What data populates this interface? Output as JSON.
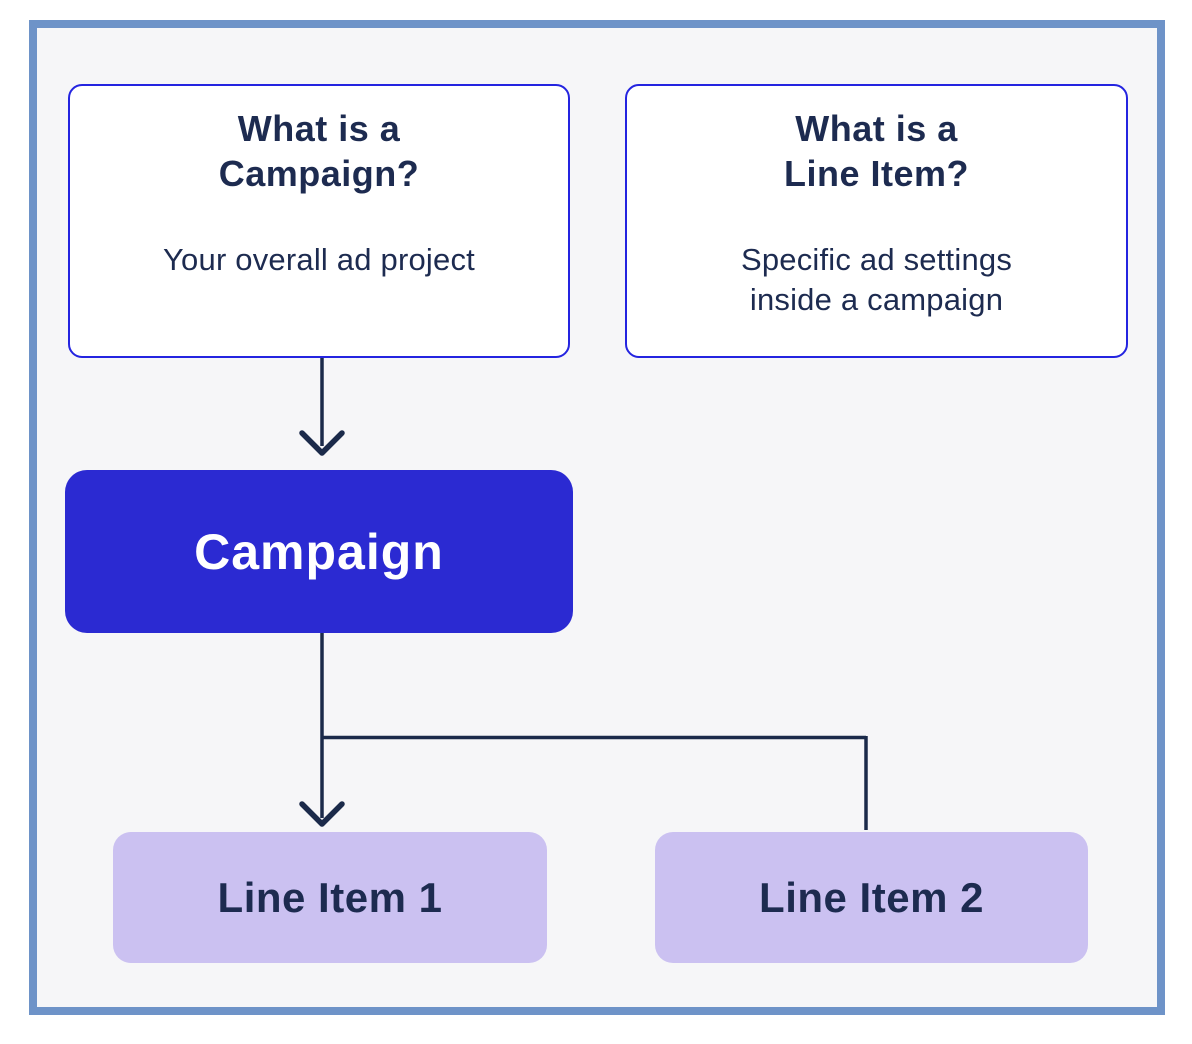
{
  "colors": {
    "frame_border": "#6e93c8",
    "canvas_background": "#f6f6f8",
    "card_border": "#2424e0",
    "card_background": "#ffffff",
    "campaign_fill": "#2b2ad2",
    "line_item_fill": "#cbc1f1",
    "text_navy": "#1d2b50",
    "connector": "#1b2a4a"
  },
  "cards": [
    {
      "title": "What is a\nCampaign?",
      "description": "Your overall ad project"
    },
    {
      "title": "What is a\nLine Item?",
      "description": "Specific ad settings\ninside a campaign"
    }
  ],
  "nodes": {
    "campaign": {
      "label": "Campaign"
    },
    "line_item_1": {
      "label": "Line Item 1"
    },
    "line_item_2": {
      "label": "Line Item 2"
    }
  }
}
